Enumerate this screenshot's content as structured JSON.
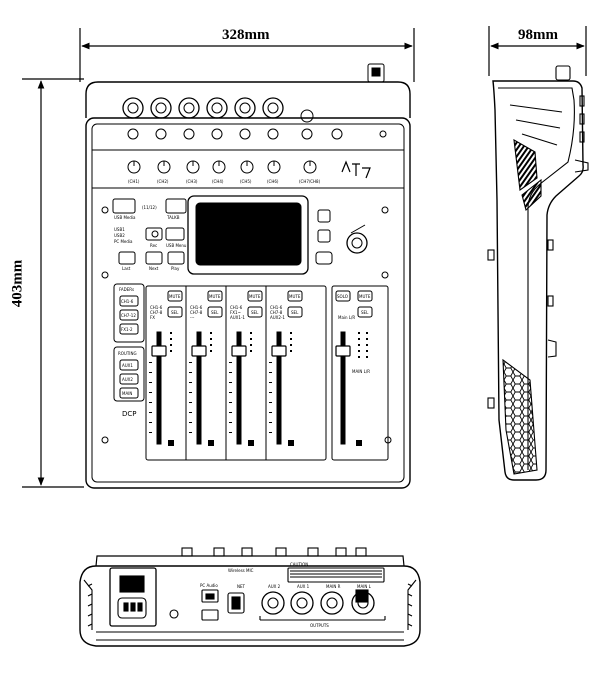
{
  "dimensions": {
    "width_label": "328mm",
    "depth_label": "98mm",
    "height_label": "403mm"
  },
  "top_panel": {
    "channel_labels": [
      "(CH1)",
      "(CH2)",
      "(CH3)",
      "(CH4)",
      "(CH5)",
      "(CH6)",
      "(CH7/CH8)"
    ],
    "usb_label": "USB Media",
    "usb_sub": "(11/12)",
    "bt_label": "TALKB",
    "menu_label": "USB Menu",
    "transport_labels": [
      "Rec",
      "Last",
      "Next",
      "Play"
    ],
    "side_labels": [
      "USB1",
      "USB2",
      "PC Media"
    ],
    "fader_title": "FADERs",
    "fader_buttons": [
      "CH1-6",
      "CH7-12",
      "FX1-2"
    ],
    "routing_title": "ROUTING",
    "routing_buttons": [
      "AUX1",
      "AUX2",
      "MAIN"
    ],
    "dcp_label": "DCP",
    "strip_mute": "MUTE",
    "strip_sel": "SEL",
    "strip_solo": "SOLO",
    "strip_lines": [
      [
        "CH1-6",
        "CH7-8",
        "FX"
      ],
      [
        "CH1-6",
        "CH7-8",
        "---"
      ],
      [
        "CH1-6",
        "FX1~",
        "AUX1-1"
      ],
      [
        "CH1-6",
        "CH7-8",
        "AUX2-1"
      ]
    ],
    "main_label": "Main L/R",
    "main_sub": "MAIN L/R"
  },
  "rear_panel": {
    "pc_audio_label": "PC Audio",
    "wireless_label": "Wireless MIC",
    "net_label": "NET",
    "aux_labels": [
      "AUX 2",
      "AUX 1"
    ],
    "main_labels": [
      "MAIN R",
      "MAIN L"
    ],
    "outputs_label": "OUTPUTS",
    "caution_label": "CAUTION"
  }
}
